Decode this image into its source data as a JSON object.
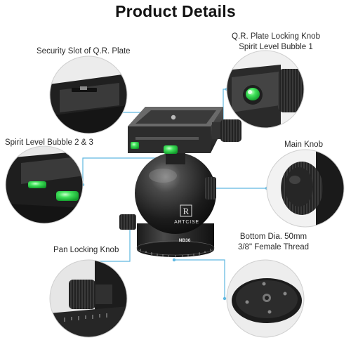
{
  "title": "Product Details",
  "brand": {
    "name": "ARTCISE",
    "model": "NB36",
    "logo_letter": "R"
  },
  "callouts": {
    "security_slot": "Security Slot of Q.R. Plate",
    "qr_knob_line1": "Q.R. Plate Locking Knob",
    "qr_knob_line2": "Spirit Level Bubble 1",
    "bubble_23": "Spirit Level Bubble 2 & 3",
    "main_knob": "Main Knob",
    "pan_knob": "Pan Locking Knob",
    "bottom_line1": "Bottom Dia. 50mm",
    "bottom_line2": "3/8\" Female Thread"
  },
  "colors": {
    "accent_line": "#5fb7e0",
    "bubble_green": "#3fe05a",
    "metal_dark": "#2a2a2a"
  }
}
